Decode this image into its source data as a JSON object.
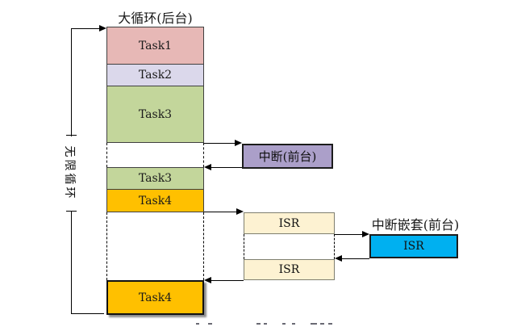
{
  "diagram": {
    "title": "大循环(后台)",
    "loop_label": "无限循环",
    "background_tasks": [
      {
        "label": "Task1",
        "color": "#e7b8b6"
      },
      {
        "label": "Task2",
        "color": "#dbd8eb"
      },
      {
        "label": "Task3",
        "color": "#c3d69b"
      },
      {
        "label": "Task3",
        "color": "#c3d69b"
      },
      {
        "label": "Task4",
        "color": "#ffc000"
      },
      {
        "label": "Task4",
        "color": "#ffc000"
      }
    ],
    "interrupt_box": {
      "label": "中断(前台)",
      "color": "#ab9fc9"
    },
    "isr_boxes": [
      {
        "label": "ISR",
        "color": "#fdf2d2"
      },
      {
        "label": "ISR",
        "color": "#fdf2d2"
      }
    ],
    "nested_interrupt": {
      "caption": "中断嵌套(前台)",
      "box_label": "ISR",
      "color": "#00b0f0"
    }
  }
}
